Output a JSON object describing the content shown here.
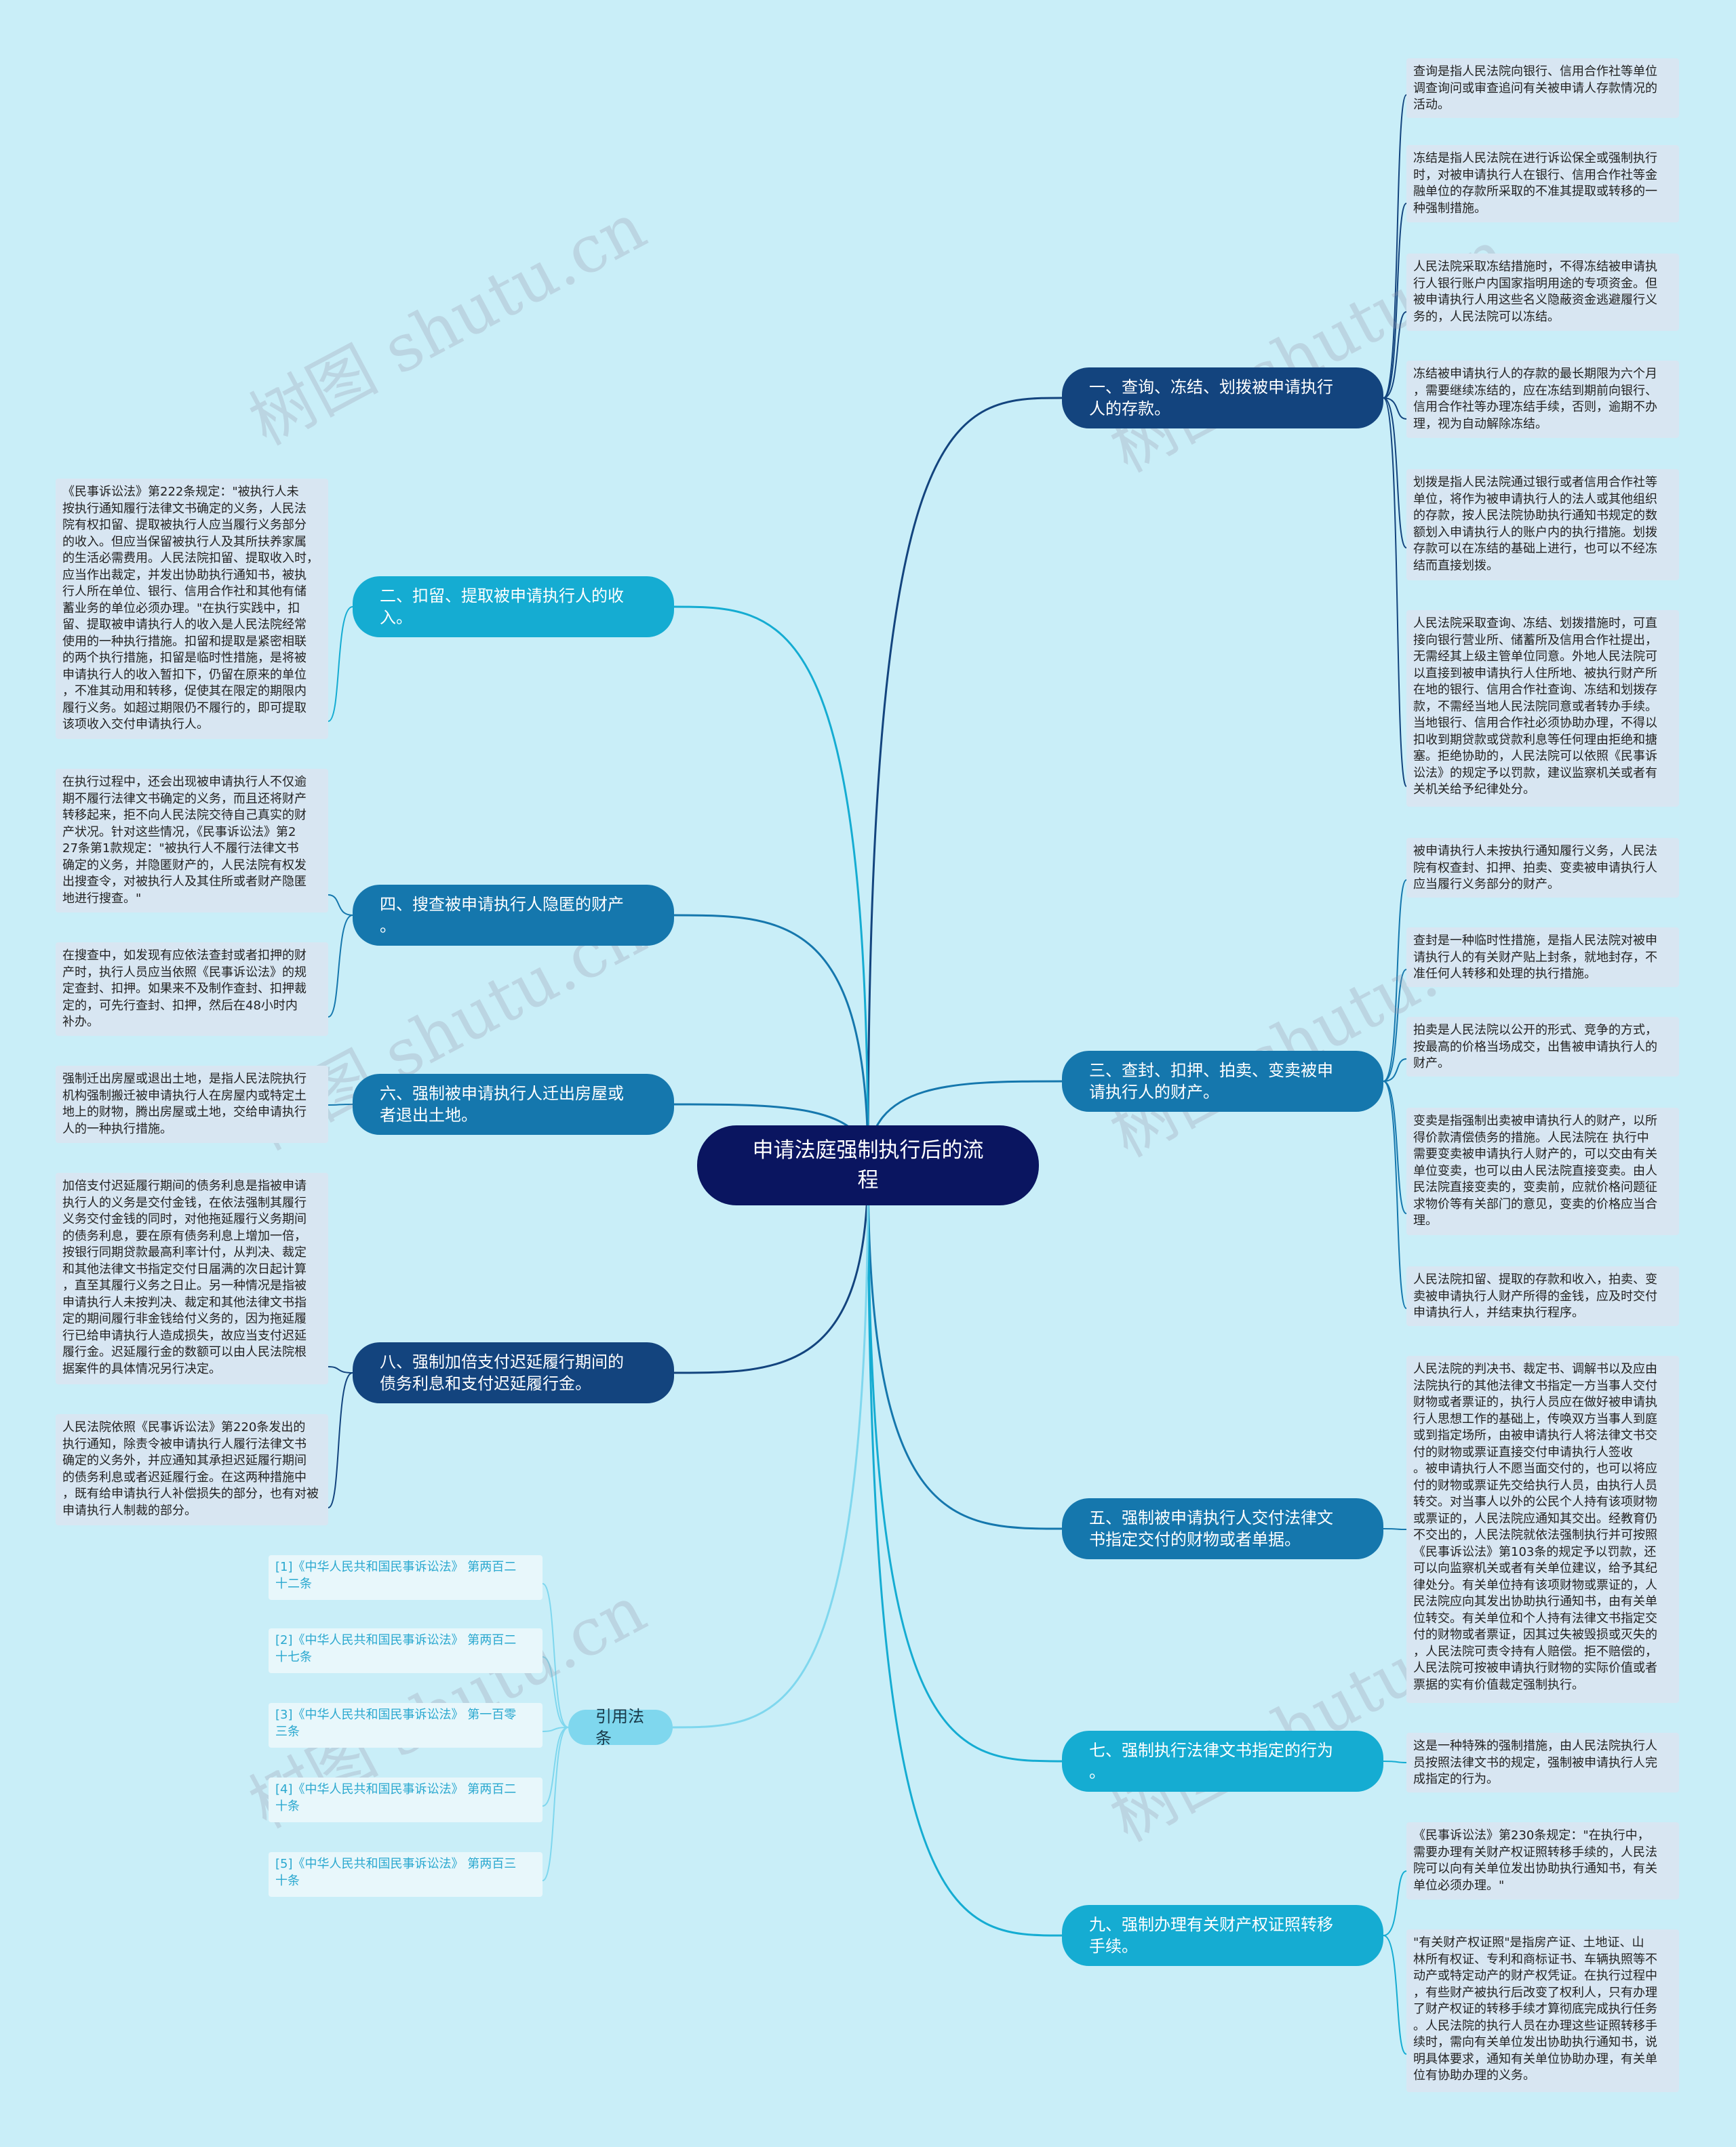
{
  "root": {
    "label": "申请法庭强制执行后的流\n程"
  },
  "branches": {
    "b1": {
      "label": "一、查询、冻结、划拨被申请执行\n人的存款。"
    },
    "b2": {
      "label": "二、扣留、提取被申请执行人的收\n入。"
    },
    "b3": {
      "label": "三、查封、扣押、拍卖、变卖被申\n请执行人的财产。"
    },
    "b4": {
      "label": "四、搜查被申请执行人隐匿的财产\n。"
    },
    "b5": {
      "label": "五、强制被申请执行人交付法律文\n书指定交付的财物或者单据。"
    },
    "b6": {
      "label": "六、强制被申请执行人迁出房屋或\n者退出土地。"
    },
    "b7": {
      "label": "七、强制执行法律文书指定的行为\n。"
    },
    "b8": {
      "label": "八、强制加倍支付迟延履行期间的\n债务利息和支付迟延履行金。"
    },
    "b9": {
      "label": "九、强制办理有关财产权证照转移\n手续。"
    },
    "b10": {
      "label": "引用法条"
    }
  },
  "notes": {
    "n1a": "查询是指人民法院向银行、信用合作社等单位\n调查询问或审查追问有关被申请人存款情况的\n活动。",
    "n1b": "冻结是指人民法院在进行诉讼保全或强制执行\n时，对被申请执行人在银行、信用合作社等金\n融单位的存款所采取的不准其提取或转移的一\n种强制措施。",
    "n1c": "人民法院采取冻结措施时，不得冻结被申请执\n行人银行账户内国家指明用途的专项资金。但\n被申请执行人用这些名义隐蔽资金逃避履行义\n务的，人民法院可以冻结。",
    "n1d": "冻结被申请执行人的存款的最长期限为六个月\n，需要继续冻结的，应在冻结到期前向银行、\n信用合作社等办理冻结手续，否则，逾期不办\n理，视为自动解除冻结。",
    "n1e": "划拨是指人民法院通过银行或者信用合作社等\n单位，将作为被申请执行人的法人或其他组织\n的存款，按人民法院协助执行通知书规定的数\n额划入申请执行人的账户内的执行措施。划拨\n存款可以在冻结的基础上进行，也可以不经冻\n结而直接划拨。",
    "n1f": "人民法院采取查询、冻结、划拨措施时，可直\n接向银行营业所、储蓄所及信用合作社提出，\n无需经其上级主管单位同意。外地人民法院可\n以直接到被申请执行人住所地、被执行财产所\n在地的银行、信用合作社查询、冻结和划拨存\n款，不需经当地人民法院同意或者转办手续。\n当地银行、信用合作社必须协助办理，不得以\n扣收到期贷款或贷款利息等任何理由拒绝和搪\n塞。拒绝协助的，人民法院可以依照《民事诉\n讼法》的规定予以罚款，建议监察机关或者有\n关机关给予纪律处分。",
    "n2": "《民事诉讼法》第222条规定：\"被执行人未\n按执行通知履行法律文书确定的义务，人民法\n院有权扣留、提取被执行人应当履行义务部分\n的收入。但应当保留被执行人及其所扶养家属\n的生活必需费用。人民法院扣留、提取收入时，\n应当作出裁定，并发出协助执行通知书，被执\n行人所在单位、银行、信用合作社和其他有储\n蓄业务的单位必须办理。\"在执行实践中，扣\n留、提取被申请执行人的收入是人民法院经常\n使用的一种执行措施。扣留和提取是紧密相联\n的两个执行措施，扣留是临时性措施，是将被\n申请执行人的收入暂扣下，仍留在原来的单位\n，不准其动用和转移，促使其在限定的期限内\n履行义务。如超过期限仍不履行的，即可提取\n该项收入交付申请执行人。",
    "n3a": "被申请执行人未按执行通知履行义务，人民法\n院有权查封、扣押、拍卖、变卖被申请执行人\n应当履行义务部分的财产。",
    "n3b": "查封是一种临时性措施，是指人民法院对被申\n请执行人的有关财产贴上封条，就地封存，不\n准任何人转移和处理的执行措施。",
    "n3c": "拍卖是人民法院以公开的形式、竞争的方式，\n按最高的价格当场成交，出售被申请执行人的\n财产。",
    "n3d": "变卖是指强制出卖被申请执行人的财产，以所\n得价款清偿债务的措施。人民法院在 执行中\n需要变卖被申请执行人财产的，可以交由有关\n单位变卖，也可以由人民法院直接变卖。由人\n民法院直接变卖的，变卖前，应就价格问题征\n求物价等有关部门的意见，变卖的价格应当合\n理。",
    "n3e": "人民法院扣留、提取的存款和收入，拍卖、变\n卖被申请执行人财产所得的金钱，应及时交付\n申请执行人，并结束执行程序。",
    "n4a": "在执行过程中，还会出现被申请执行人不仅逾\n期不履行法律文书确定的义务，而且还将财产\n转移起来，拒不向人民法院交待自己真实的财\n产状况。针对这些情况，《民事诉讼法》第2\n27条第1款规定：\"被执行人不履行法律文书\n确定的义务，并隐匿财产的，人民法院有权发\n出搜查令，对被执行人及其住所或者财产隐匿\n地进行搜查。\"",
    "n4b": "在搜查中，如发现有应依法查封或者扣押的财\n产时，执行人员应当依照《民事诉讼法》的规\n定查封、扣押。如果来不及制作查封、扣押裁\n定的，可先行查封、扣押，然后在48小时内\n补办。",
    "n5": "人民法院的判决书、裁定书、调解书以及应由\n法院执行的其他法律文书指定一方当事人交付\n财物或者票证的，执行人员应在做好被申请执\n行人思想工作的基础上，传唤双方当事人到庭\n或到指定场所，由被申请执行人将法律文书交\n付的财物或票证直接交付申请执行人签收\n。被申请执行人不愿当面交付的，也可以将应\n付的财物或票证先交给执行人员，由执行人员\n转交。对当事人以外的公民个人持有该项财物\n或票证的，人民法院应通知其交出。经教育仍\n不交出的，人民法院就依法强制执行并可按照\n《民事诉讼法》第103条的规定予以罚款，还\n可以向监察机关或者有关单位建议，给予其纪\n律处分。有关单位持有该项财物或票证的，人\n民法院应向其发出协助执行通知书，由有关单\n位转交。有关单位和个人持有法律文书指定交\n付的财物或者票证，因其过失被毁损或灭失的\n，人民法院可责令持有人赔偿。拒不赔偿的，\n人民法院可按被申请执行财物的实际价值或者\n票据的实有价值裁定强制执行。",
    "n6": "强制迁出房屋或退出土地，是指人民法院执行\n机构强制搬迁被申请执行人在房屋内或特定土\n地上的财物，腾出房屋或土地，交给申请执行\n人的一种执行措施。",
    "n7": "这是一种特殊的强制措施，由人民法院执行人\n员按照法律文书的规定，强制被申请执行人完\n成指定的行为。",
    "n8a": "加倍支付迟延履行期间的债务利息是指被申请\n执行人的义务是交付金钱，在依法强制其履行\n义务交付金钱的同时，对他拖延履行义务期间\n的债务利息，要在原有债务利息上增加一倍，\n按银行同期贷款最高利率计付，从判决、裁定\n和其他法律文书指定交付日届满的次日起计算\n，直至其履行义务之日止。另一种情况是指被\n申请执行人未按判决、裁定和其他法律文书指\n定的期间履行非金钱给付义务的，因为拖延履\n行已给申请执行人造成损失，故应当支付迟延\n履行金。迟延履行金的数额可以由人民法院根\n据案件的具体情况另行决定。",
    "n8b": "人民法院依照《民事诉讼法》第220条发出的\n执行通知，除责令被申请执行人履行法律文书\n确定的义务外，并应通知其承担迟延履行期间\n的债务利息或者迟延履行金。在这两种措施中\n，既有给申请执行人补偿损失的部分，也有对被\n申请执行人制裁的部分。",
    "n9a": "《民事诉讼法》第230条规定：\"在执行中，\n需要办理有关财产权证照转移手续的，人民法\n院可以向有关单位发出协助执行通知书，有关\n单位必须办理。\"",
    "n9b": "\"有关财产权证照\"是指房产证、土地证、山\n林所有权证、专利和商标证书、车辆执照等不\n动产或特定动产的财产权凭证。在执行过程中\n，有些财产被执行后改变了权利人，只有办理\n了财产权证的转移手续才算彻底完成执行任务\n。人民法院的执行人员在办理这些证照转移手\n续时，需向有关单位发出协助执行通知书，说\n明具体要求，通知有关单位协助办理，有关单\n位有协助办理的义务。"
  },
  "refs": [
    "[1]《中华人民共和国民事诉讼法》 第两百二\n十二条",
    "[2]《中华人民共和国民事诉讼法》 第两百二\n十七条",
    "[3]《中华人民共和国民事诉讼法》 第一百零\n三条",
    "[4]《中华人民共和国民事诉讼法》 第两百二\n十条",
    "[5]《中华人民共和国民事诉讼法》 第两百三\n十条"
  ],
  "watermark": "树图 shutu.cn",
  "colors": {
    "background": "#c9eef8",
    "root": "#0a1560",
    "dark_branch": "#13447e",
    "mid_branch": "#1577ad",
    "cyan_branch": "#15acd2",
    "light_branch": "#7fd7ee",
    "note": "#d8e6f2"
  }
}
